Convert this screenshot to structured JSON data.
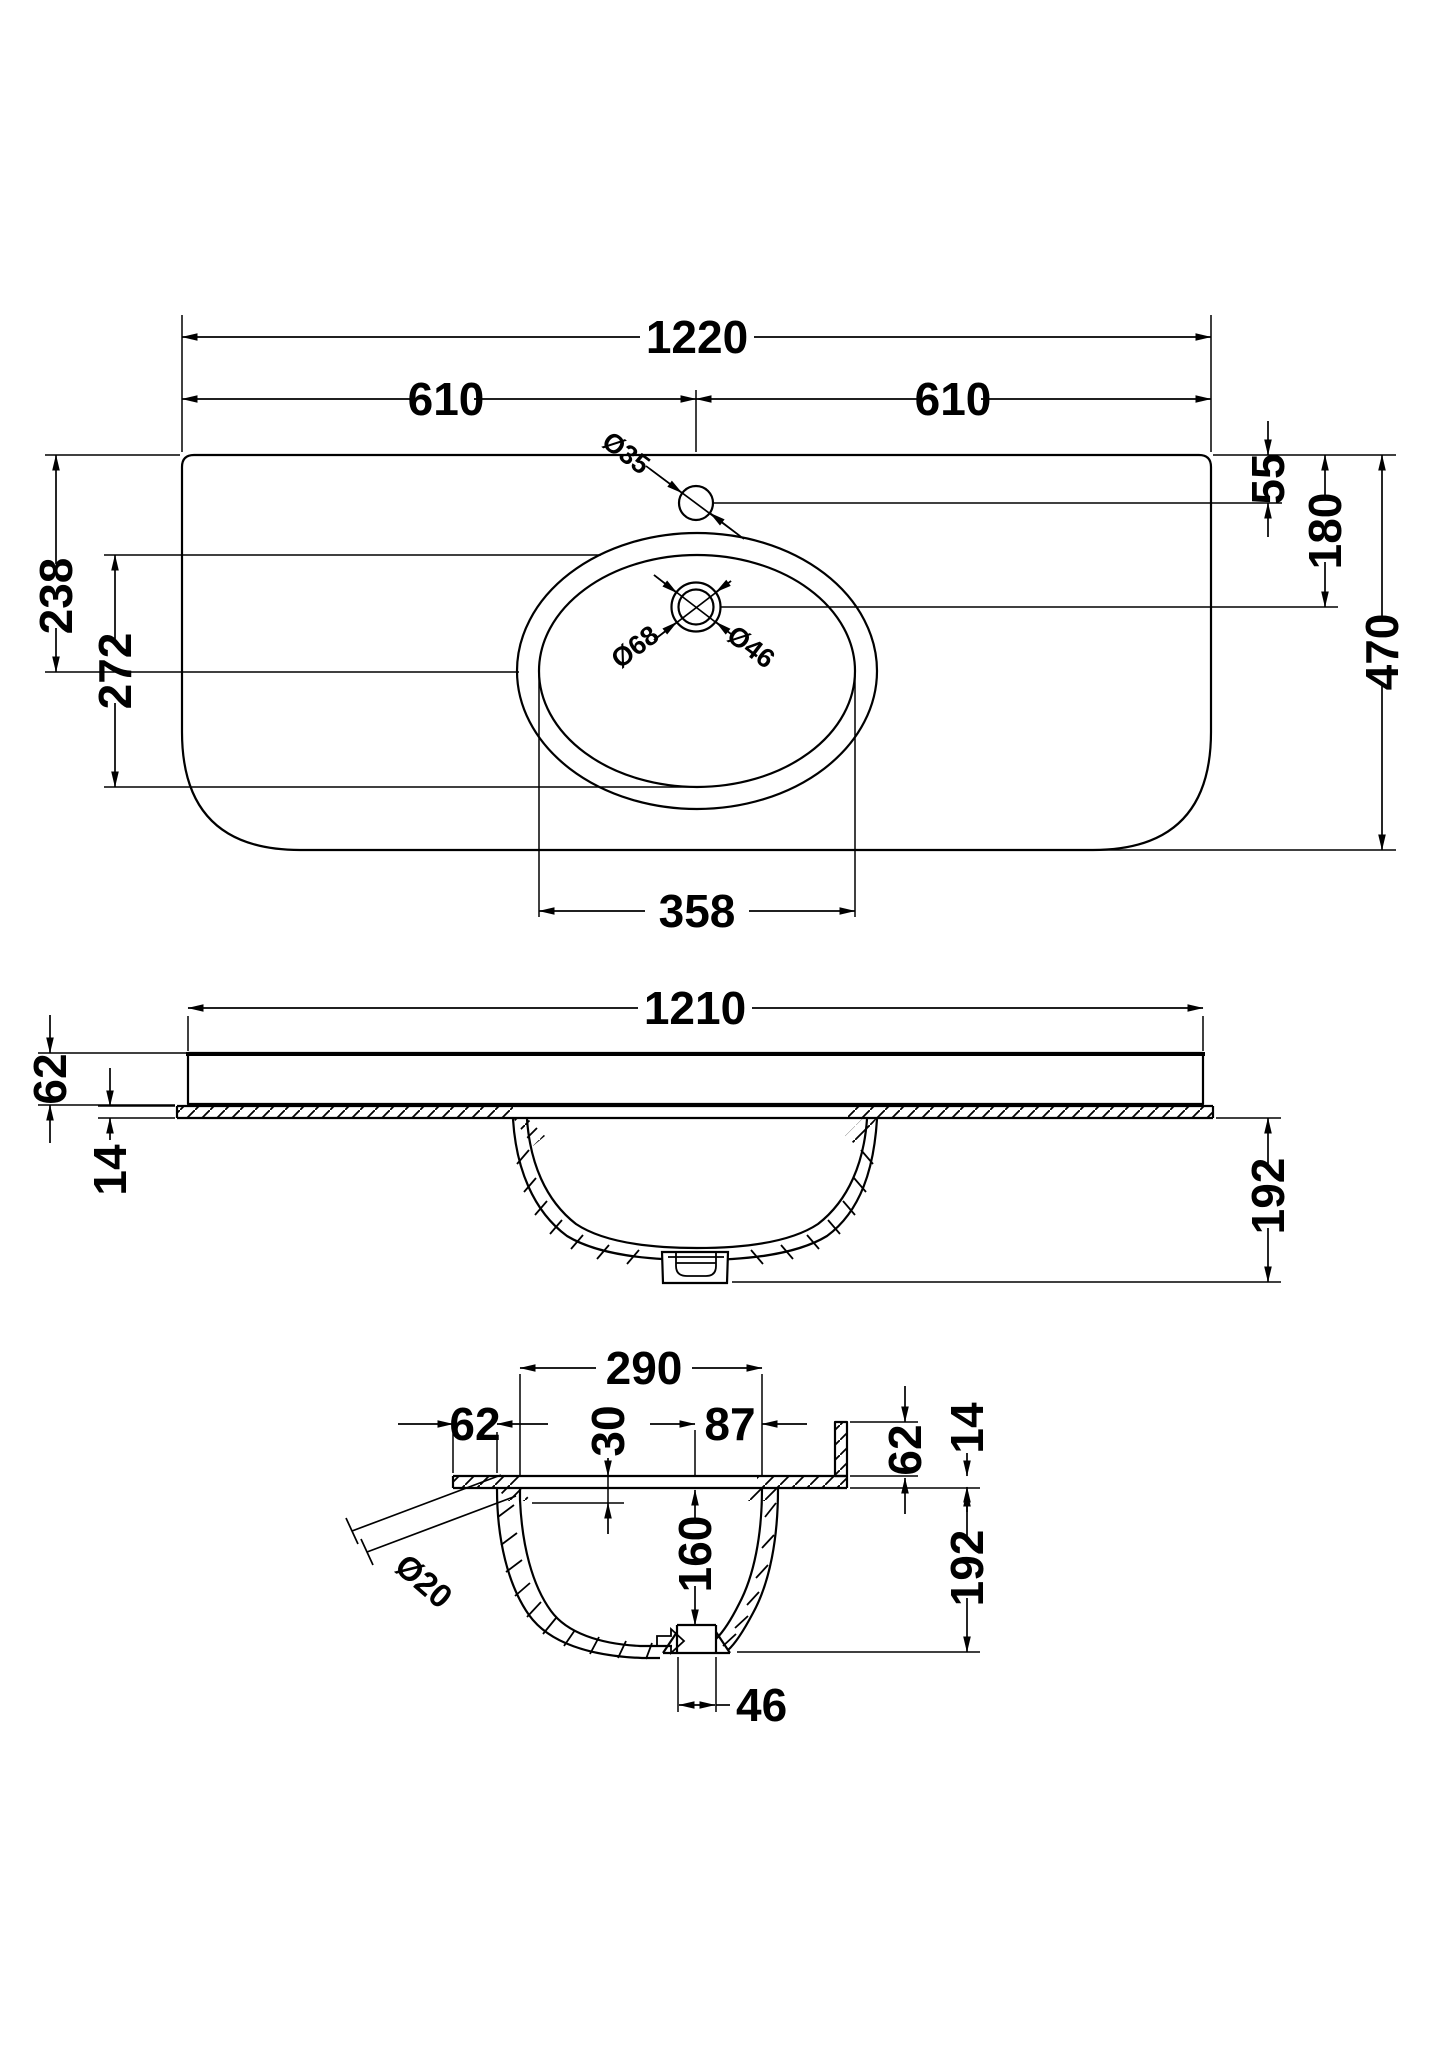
{
  "colors": {
    "background": "#ffffff",
    "ink": "#000000"
  },
  "plan": {
    "w_total": "1220",
    "w_left": "610",
    "w_right": "610",
    "edge_to_faucet": "55",
    "edge_to_drain": "180",
    "depth_total": "470",
    "edge_to_basin_center": "238",
    "basin_length": "272",
    "basin_width": "358",
    "faucet_dia": "Ø35",
    "drain_outer_dia": "Ø68",
    "drain_inner_dia": "Ø46"
  },
  "front": {
    "slab_width": "1210",
    "slab_thickness": "62",
    "deck_thickness": "14",
    "bowl_drop": "192"
  },
  "section": {
    "bowl_opening": "290",
    "edge_band": "62",
    "rim_depth": "30",
    "center_to_edge": "87",
    "bowl_depth": "160",
    "upstand_height": "62",
    "deck_thickness": "14",
    "total_drop": "192",
    "drain_width": "46",
    "overflow_dia": "Ø20"
  }
}
